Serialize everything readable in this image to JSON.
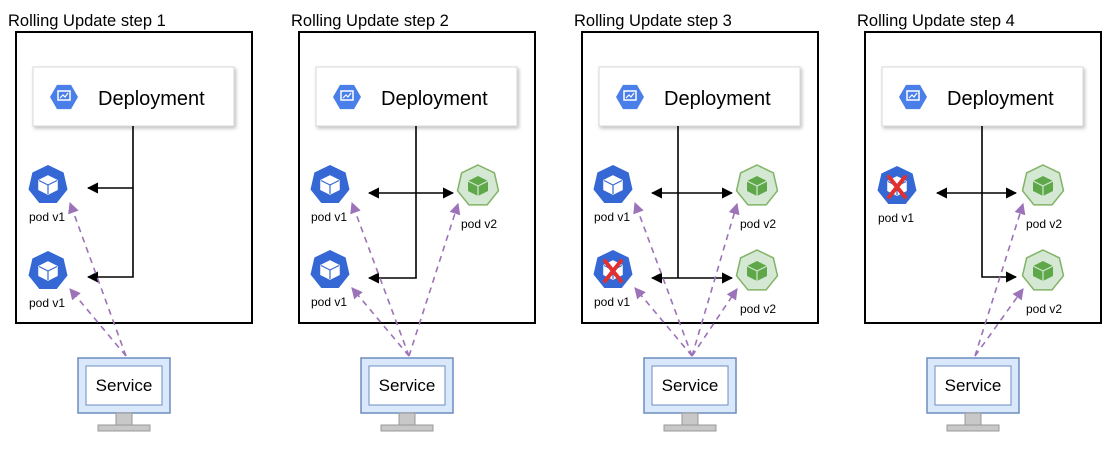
{
  "panels": [
    {
      "title": "Rolling Update step 1",
      "deployment": "Deployment",
      "service": "Service",
      "pods": [
        {
          "label": "pod v1",
          "version": "v1",
          "status": "running"
        },
        {
          "label": "pod v1",
          "version": "v1",
          "status": "running"
        }
      ]
    },
    {
      "title": "Rolling Update step 2",
      "deployment": "Deployment",
      "service": "Service",
      "pods": [
        {
          "label": "pod v1",
          "version": "v1",
          "status": "running"
        },
        {
          "label": "pod v2",
          "version": "v2",
          "status": "running"
        },
        {
          "label": "pod v1",
          "version": "v1",
          "status": "running"
        }
      ]
    },
    {
      "title": "Rolling Update step 3",
      "deployment": "Deployment",
      "service": "Service",
      "pods": [
        {
          "label": "pod v1",
          "version": "v1",
          "status": "running"
        },
        {
          "label": "pod v2",
          "version": "v2",
          "status": "running"
        },
        {
          "label": "pod v1",
          "version": "v1",
          "status": "terminated"
        },
        {
          "label": "pod v2",
          "version": "v2",
          "status": "running"
        }
      ]
    },
    {
      "title": "Rolling Update step 4",
      "deployment": "Deployment",
      "service": "Service",
      "pods": [
        {
          "label": "pod v1",
          "version": "v1",
          "status": "terminated"
        },
        {
          "label": "pod v2",
          "version": "v2",
          "status": "running"
        },
        {
          "label": "pod v2",
          "version": "v2",
          "status": "running"
        }
      ]
    }
  ],
  "colors": {
    "v1_pod": "#3568d4",
    "v2_pod_fill": "#d5e8d4",
    "v2_pod_stroke": "#82b366",
    "v2_cube": "#5fa84a",
    "deployment_icon": "#4a7ee8",
    "service_arrow": "#9c72b8",
    "cross": "#e03030",
    "monitor_fill": "#dae8fc",
    "monitor_stroke": "#6c8ebf"
  },
  "icons": {
    "deployment": "deployment-icon",
    "pod_v1": "kubernetes-pod-icon",
    "pod_v2": "green-pod-icon",
    "service": "monitor-icon",
    "terminated": "red-cross-icon"
  }
}
